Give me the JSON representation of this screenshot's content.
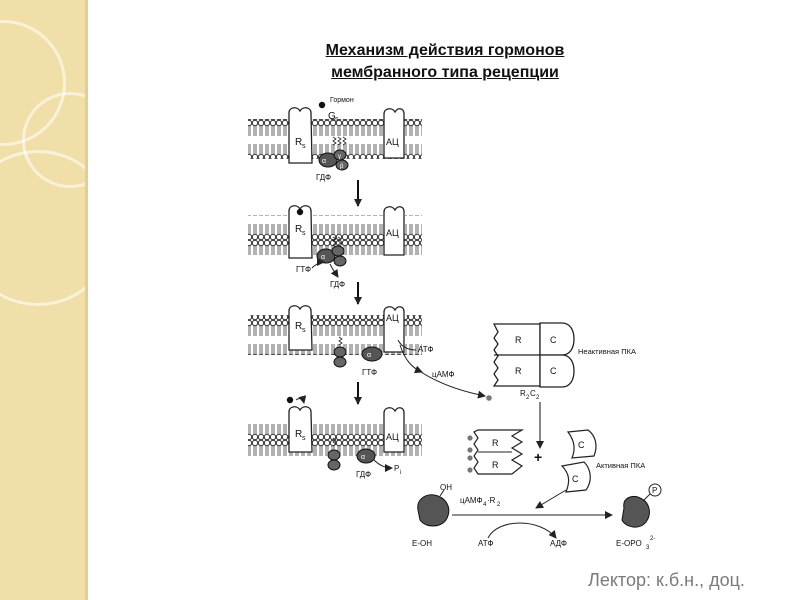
{
  "title": {
    "line1": "Механизм действия гормонов",
    "line2": "мембранного типа рецепции"
  },
  "footer": {
    "lecturer": "Лектор: к.б.н., доц."
  },
  "diagram": {
    "hormone": "Гормон",
    "gs_label": "G",
    "gs_sub": "s",
    "receptor": "R",
    "receptor_sub": "s",
    "adenylate_cyclase": "АЦ",
    "alpha": "α",
    "alpha_sub": "s",
    "beta": "β",
    "gamma": "γ",
    "gdp": "ГДФ",
    "gtp": "ГТФ",
    "atp": "АТФ",
    "adp": "АДФ",
    "camp": "цАМФ",
    "pi": "P",
    "pi_sub": "i",
    "r": "R",
    "c": "C",
    "r2c2": "R",
    "r2c2_mid": "2",
    "r2c2_c": "C",
    "r2c2_end": "2",
    "inactive_pka": "Неактивная ПКА",
    "active_pka": "Активная ПКА",
    "camp4r2": "цАМФ",
    "camp4r2_mid": "4",
    "camp4r2_r": "·R",
    "camp4r2_end": "2",
    "oh": "OH",
    "eoh": "E-OH",
    "eopo3": "E-OPO",
    "eopo3_sub": "3",
    "eopo3_sup": "2-",
    "phosphate": "P",
    "plus": "+"
  }
}
